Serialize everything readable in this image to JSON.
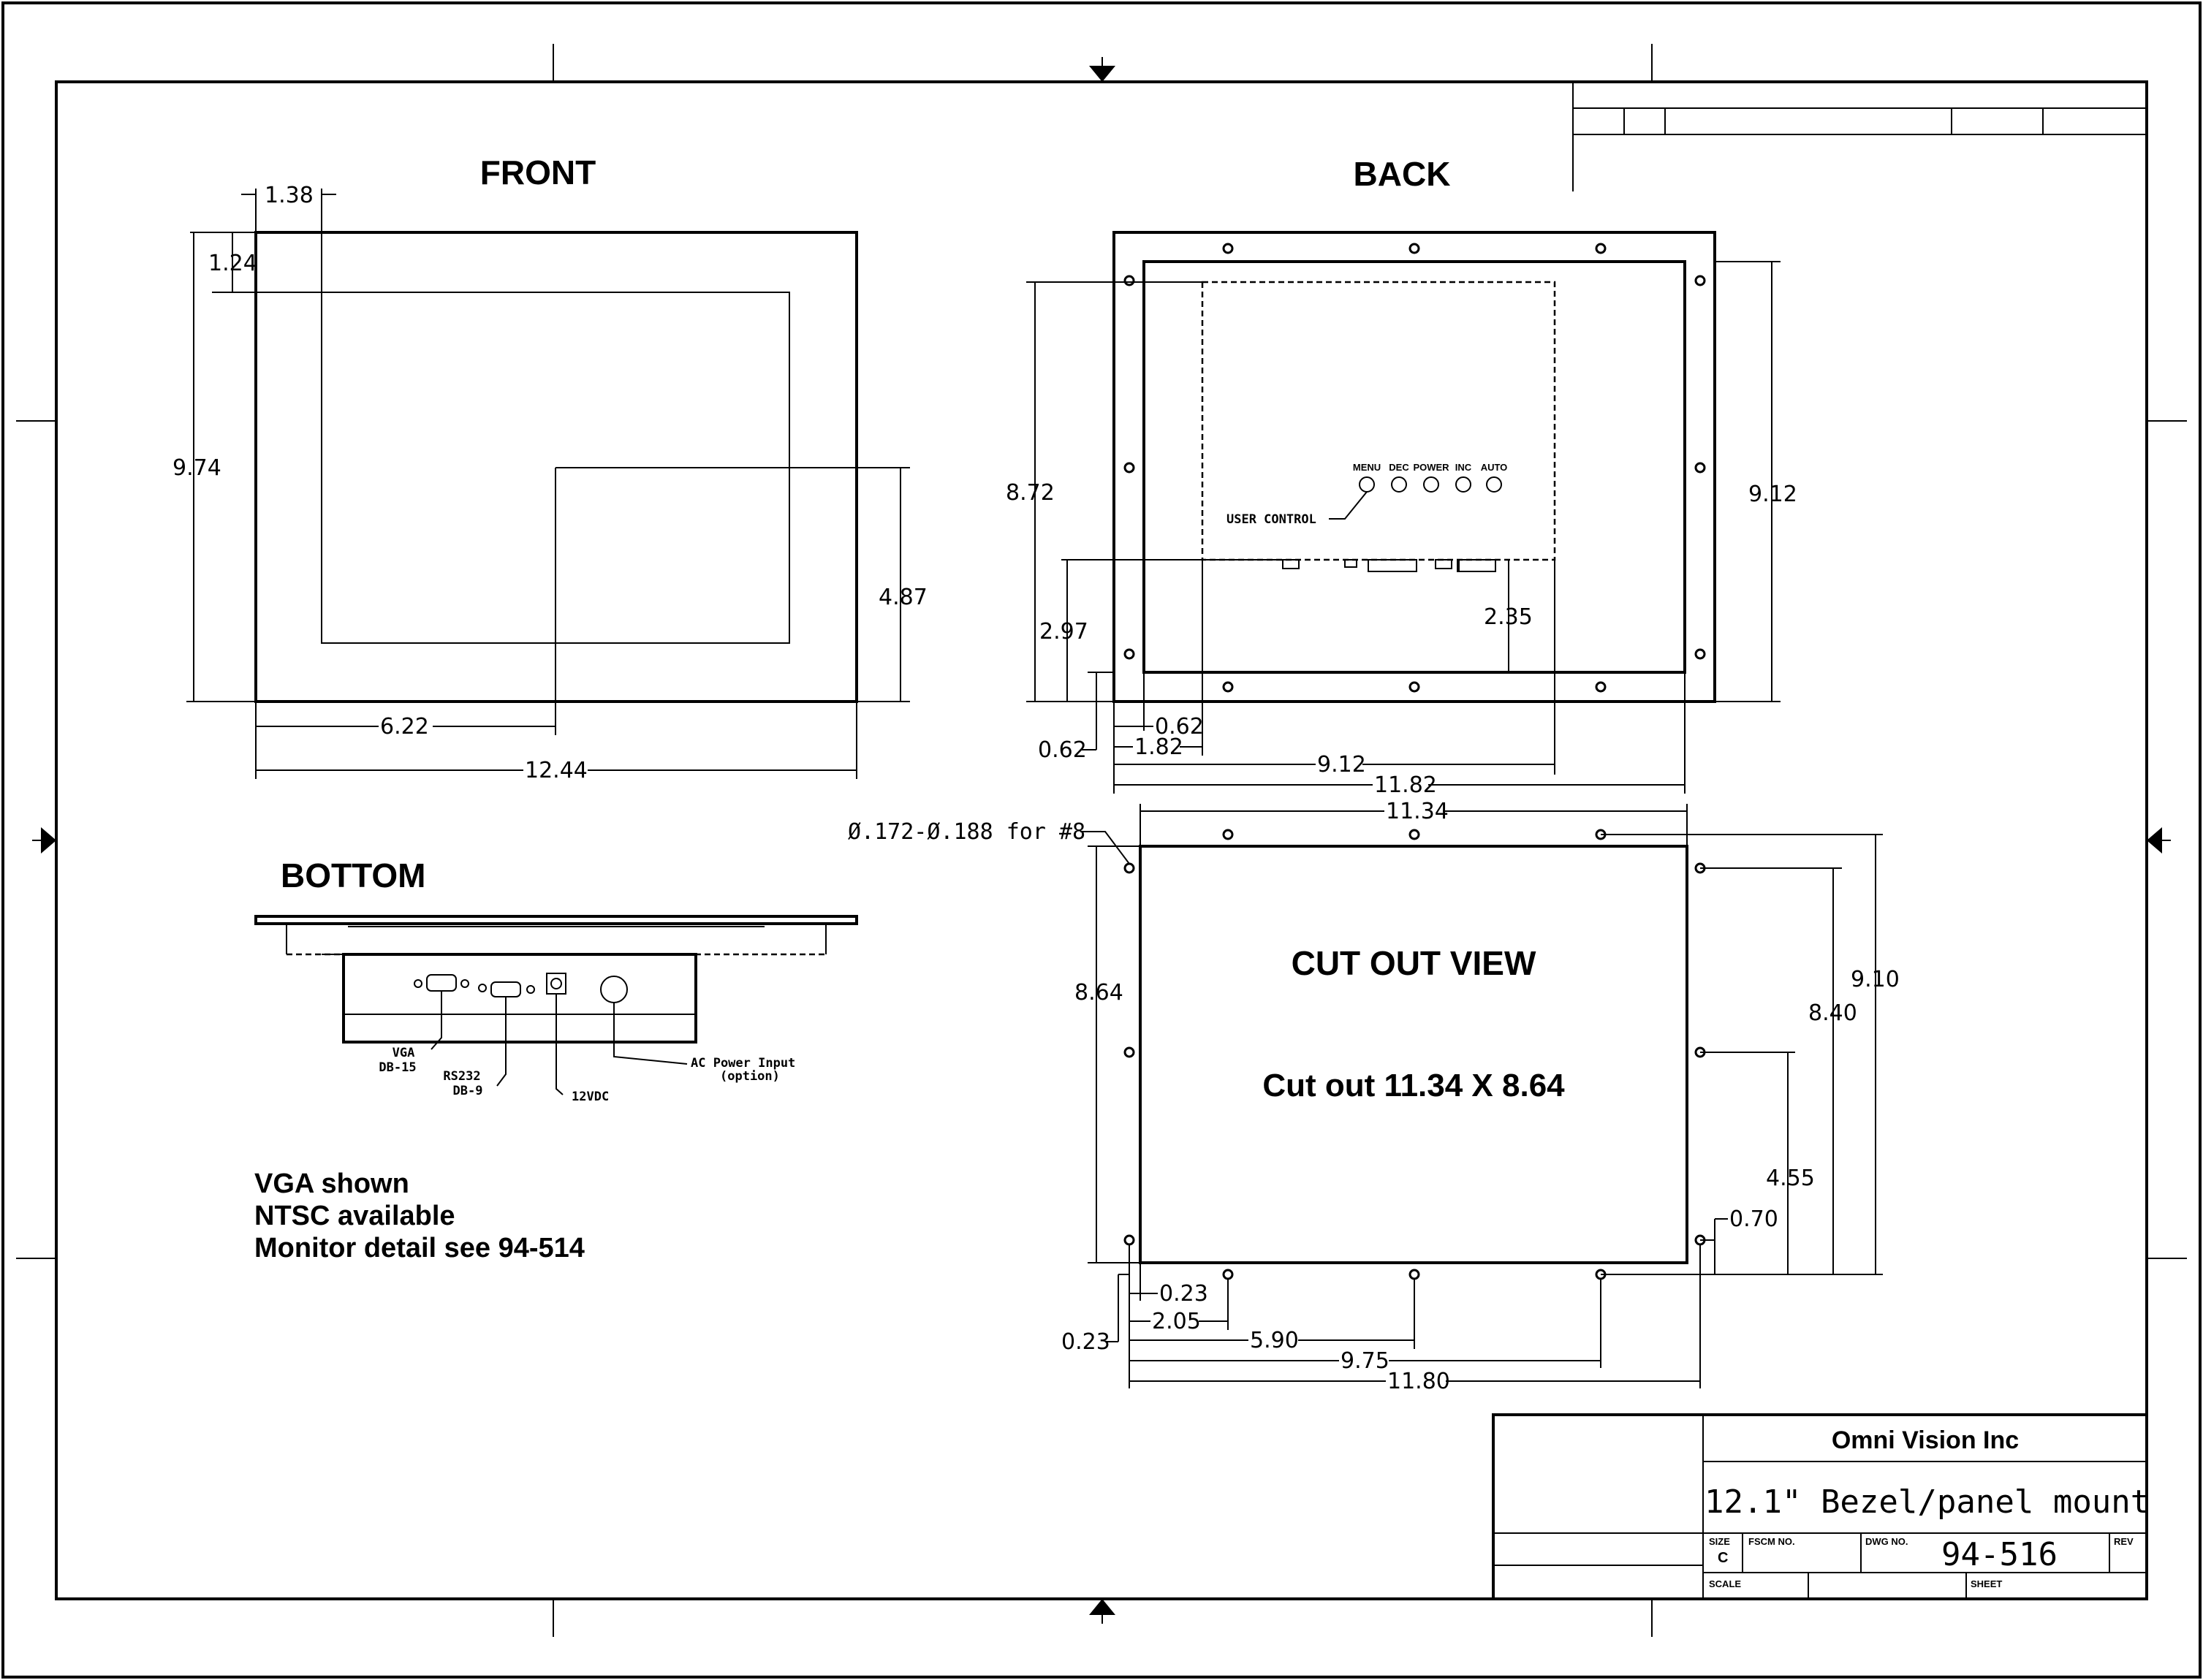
{
  "views": {
    "front": {
      "title": "FRONT",
      "dims": {
        "top_offset": "1.38",
        "side_offset": "1.24",
        "height": "9.74",
        "half_height": "4.87",
        "half_width": "6.22",
        "width": "12.44"
      }
    },
    "back": {
      "title": "BACK",
      "controls": [
        "MENU",
        "DEC",
        "POWER",
        "INC",
        "AUTO"
      ],
      "user_control_label": "USER CONTROL",
      "dims": {
        "left_height": "8.72",
        "right_height": "9.12",
        "conn_height": "2.97",
        "conn_height2": "2.35",
        "bottom_offset": "0.62",
        "left_offset": "0.62",
        "x1": "1.82",
        "x2": "9.12",
        "width": "11.82"
      }
    },
    "bottom": {
      "title": "BOTTOM",
      "labels": {
        "vga": "VGA",
        "db15": "DB-15",
        "rs232": "RS232",
        "db9": "DB-9",
        "dc": "12VDC",
        "ac": "AC Power Input",
        "ac_opt": "(option)"
      }
    },
    "cutout": {
      "title": "CUT OUT VIEW",
      "subtitle": "Cut out 11.34 X 8.64",
      "hole_note": "Ø.172-Ø.188 for #8",
      "dims": {
        "top_width": "11.34",
        "left_height": "8.64",
        "r1": "9.10",
        "r2": "8.40",
        "r3": "4.55",
        "r4": "0.70",
        "b1": "0.23",
        "b2": "0.23",
        "b3": "2.05",
        "b4": "5.90",
        "b5": "9.75",
        "b6": "11.80"
      }
    }
  },
  "notes": [
    "VGA shown",
    "NTSC available",
    "Monitor detail see 94-514"
  ],
  "title_block": {
    "company": "Omni Vision Inc",
    "title": "12.1\" Bezel/panel mount",
    "size_label": "SIZE",
    "size_value": "C",
    "fscm_label": "FSCM NO.",
    "dwg_label": "DWG NO.",
    "dwg_value": "94-516",
    "rev_label": "REV",
    "scale_label": "SCALE",
    "sheet_label": "SHEET"
  }
}
